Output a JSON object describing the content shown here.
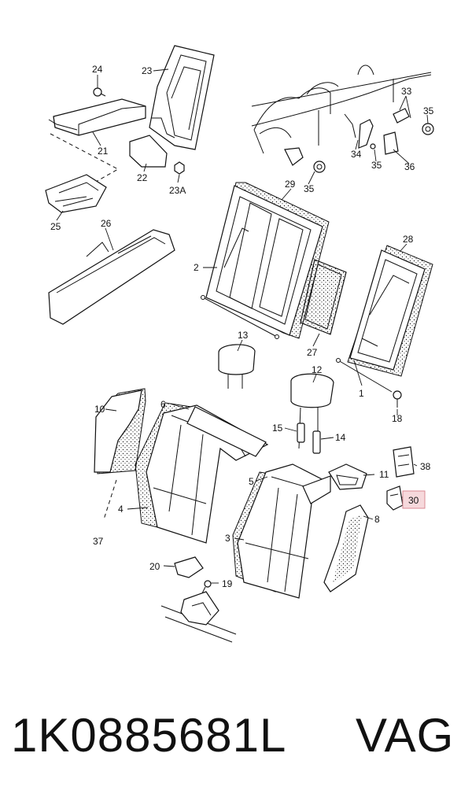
{
  "caption": {
    "part_number": "1K0885681L",
    "brand": "VAG"
  },
  "callouts": {
    "c24": "24",
    "c23": "23",
    "c21": "21",
    "c22": "22",
    "c23a": "23A",
    "c25": "25",
    "c26": "26",
    "c29": "29",
    "c2": "2",
    "c27": "27",
    "c13": "13",
    "c28": "28",
    "c1": "1",
    "c18": "18",
    "c33": "33",
    "c35a": "35",
    "c34": "34",
    "c35b": "35",
    "c36": "36",
    "c35c": "35",
    "c12": "12",
    "c10": "10",
    "c6": "6",
    "c15": "15",
    "c14": "14",
    "c5": "5",
    "c11": "11",
    "c38": "38",
    "c30": "30",
    "c4": "4",
    "c8": "8",
    "c3": "3",
    "c37": "37",
    "c20": "20",
    "c19": "19"
  },
  "highlight": {
    "callout": "30",
    "color": "#f6d9dc"
  }
}
